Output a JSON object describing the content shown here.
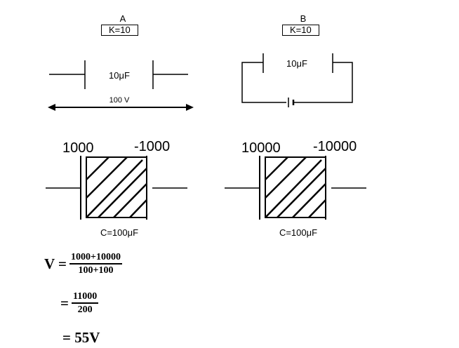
{
  "capacitor_a": {
    "title": "A",
    "dielectric": "K=10",
    "capacitance": "10μF",
    "voltage": "100 V"
  },
  "capacitor_b": {
    "title": "B",
    "dielectric": "K=10",
    "capacitance": "10μF"
  },
  "slab_a": {
    "left_charge": "1000",
    "right_charge": "-1000",
    "capacitance": "C=100μF"
  },
  "slab_b": {
    "left_charge": "10000",
    "right_charge": "-10000",
    "capacitance": "C=100μF"
  },
  "equation": {
    "lhs": "V =",
    "step1_num": "1000+10000",
    "step1_den": "100+100",
    "step2_eq": "=",
    "step2_num": "11000",
    "step2_den": "200",
    "result": "= 55V"
  }
}
